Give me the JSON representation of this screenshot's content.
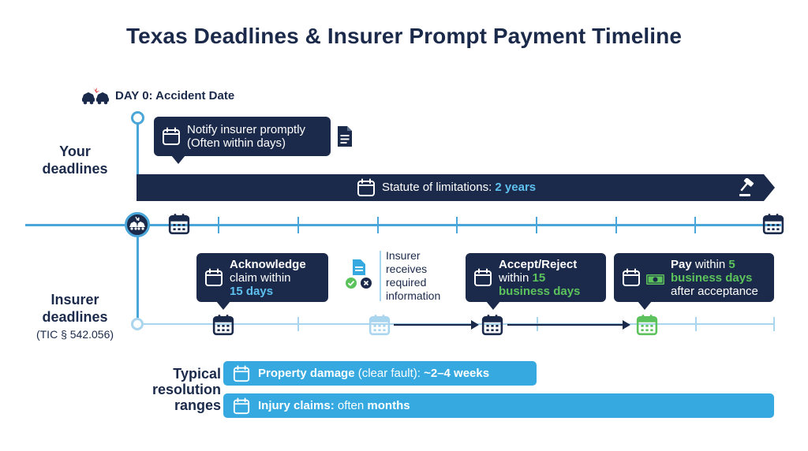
{
  "title": "Texas Deadlines & Insurer Prompt Payment Timeline",
  "day0": {
    "label": "DAY 0: Accident Date",
    "icon": "car-crash-icon"
  },
  "rows": {
    "your": [
      "Your",
      "deadlines"
    ],
    "insurer": [
      "Insurer",
      "deadlines"
    ],
    "insurer_sub": "(TIC § 542.056)",
    "typical": [
      "Typical",
      "resolution",
      "ranges"
    ]
  },
  "your_deadlines": {
    "notify": {
      "line1": "Notify insurer promptly",
      "line2": "(Often within days)",
      "icon": "document-icon"
    },
    "statute": {
      "prefix": "Statute of limitations:",
      "value": "2 years",
      "icon": "gavel-icon"
    }
  },
  "insurer_deadlines": {
    "acknowledge": {
      "bold": "Acknowledge",
      "line2": "claim within",
      "highlight": "15 days"
    },
    "receives": {
      "lines": [
        "Insurer",
        "receives",
        "required",
        "information"
      ]
    },
    "accept": {
      "bold": "Accept/Reject",
      "line2": "within",
      "highlight_a": "15",
      "highlight_b": "business days"
    },
    "pay": {
      "bold": "Pay",
      "within": "within",
      "highlight_a": "5",
      "highlight_b": "business days",
      "line3": "after acceptance",
      "icon": "money-icon"
    }
  },
  "ranges": {
    "property": {
      "bold": "Property damage",
      "mid": "(clear fault):",
      "end": "~2–4 weeks"
    },
    "injury": {
      "bold": "Injury claims:",
      "mid": "often",
      "end": "months"
    }
  },
  "colors": {
    "navy": "#1b2a4a",
    "blue": "#4aa6d8",
    "light_blue": "#a9d6ee",
    "green": "#5cc25c",
    "bar": "#36a9e0"
  }
}
